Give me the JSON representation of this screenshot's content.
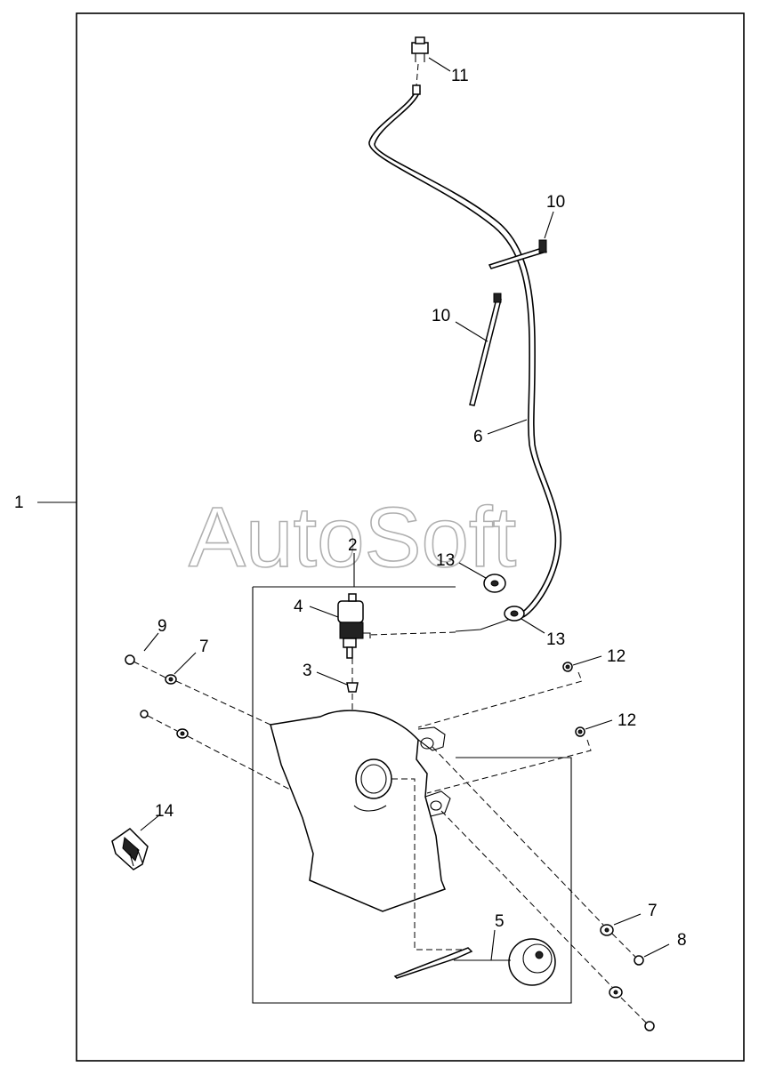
{
  "watermark": "AutoSoft",
  "labels": {
    "c1": "1",
    "c2": "2",
    "c3": "3",
    "c4": "4",
    "c5": "5",
    "c6": "6",
    "c7a": "7",
    "c7b": "7",
    "c8": "8",
    "c9": "9",
    "c10a": "10",
    "c10b": "10",
    "c11": "11",
    "c12a": "12",
    "c12b": "12",
    "c13a": "13",
    "c13b": "13",
    "c14": "14"
  }
}
